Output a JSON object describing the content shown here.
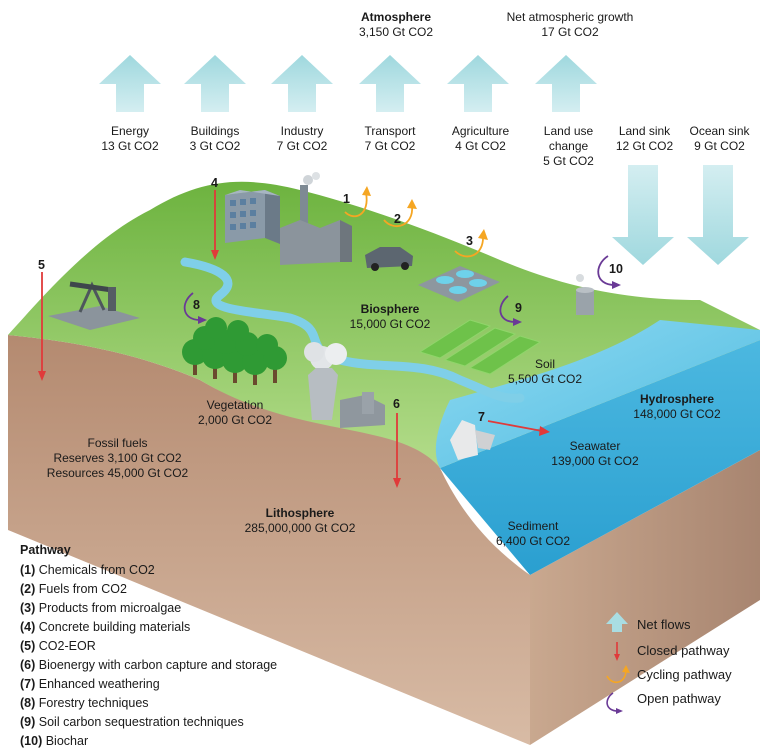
{
  "atmosphere": {
    "title": "Atmosphere",
    "value": "3,150 Gt CO2"
  },
  "net_growth": {
    "title": "Net atmospheric growth",
    "value": "17 Gt CO2"
  },
  "flows": [
    {
      "name": "Energy",
      "value": "13 Gt CO2"
    },
    {
      "name": "Buildings",
      "value": "3 Gt CO2"
    },
    {
      "name": "Industry",
      "value": "7 Gt CO2"
    },
    {
      "name": "Transport",
      "value": "7 Gt CO2"
    },
    {
      "name": "Agriculture",
      "value": "4 Gt CO2"
    },
    {
      "name_line1": "Land use",
      "name_line2": "change",
      "value": "5 Gt CO2"
    }
  ],
  "sinks": [
    {
      "name": "Land sink",
      "value": "12 Gt CO2"
    },
    {
      "name": "Ocean sink",
      "value": "9 Gt CO2"
    }
  ],
  "reservoirs": {
    "biosphere": {
      "title": "Biosphere",
      "value": "15,000 Gt CO2"
    },
    "soil": {
      "title": "Soil",
      "value": "5,500 Gt CO2"
    },
    "vegetation": {
      "title": "Vegetation",
      "value": "2,000 Gt CO2"
    },
    "hydrosphere": {
      "title": "Hydrosphere",
      "value": "148,000 Gt CO2"
    },
    "seawater": {
      "title": "Seawater",
      "value": "139,000 Gt CO2"
    },
    "sediment": {
      "title": "Sediment",
      "value": "6,400 Gt CO2"
    },
    "fossil_fuels": {
      "title": "Fossil fuels",
      "reserves": "Reserves 3,100 Gt CO2",
      "resources": "Resources 45,000 Gt CO2"
    },
    "lithosphere": {
      "title": "Lithosphere",
      "value": "285,000,000 Gt CO2"
    }
  },
  "pathway_numbers": [
    "1",
    "2",
    "3",
    "4",
    "5",
    "6",
    "7",
    "8",
    "9",
    "10"
  ],
  "pathway": {
    "title": "Pathway",
    "items": [
      {
        "num": "(1)",
        "label": "Chemicals from CO2"
      },
      {
        "num": "(2)",
        "label": "Fuels from CO2"
      },
      {
        "num": "(3)",
        "label": "Products from microalgae"
      },
      {
        "num": "(4)",
        "label": "Concrete building materials"
      },
      {
        "num": "(5)",
        "label": "CO2-EOR"
      },
      {
        "num": "(6)",
        "label": "Bioenergy with carbon capture and storage"
      },
      {
        "num": "(7)",
        "label": "Enhanced weathering"
      },
      {
        "num": "(8)",
        "label": "Forestry techniques"
      },
      {
        "num": "(9)",
        "label": "Soil carbon sequestration techniques"
      },
      {
        "num": "(10)",
        "label": "Biochar"
      }
    ]
  },
  "key": {
    "net_flows": "Net flows",
    "closed": "Closed pathway",
    "cycling": "Cycling pathway",
    "open": "Open pathway"
  },
  "colors": {
    "net_flow_arrow": "#a9dde2",
    "closed_arrow": "#e03a3a",
    "cycling_arrow": "#f5a623",
    "open_arrow": "#6a3a96",
    "land": "#8cc85a",
    "water": "#5fc7e8",
    "earth": "#c9a58a"
  }
}
